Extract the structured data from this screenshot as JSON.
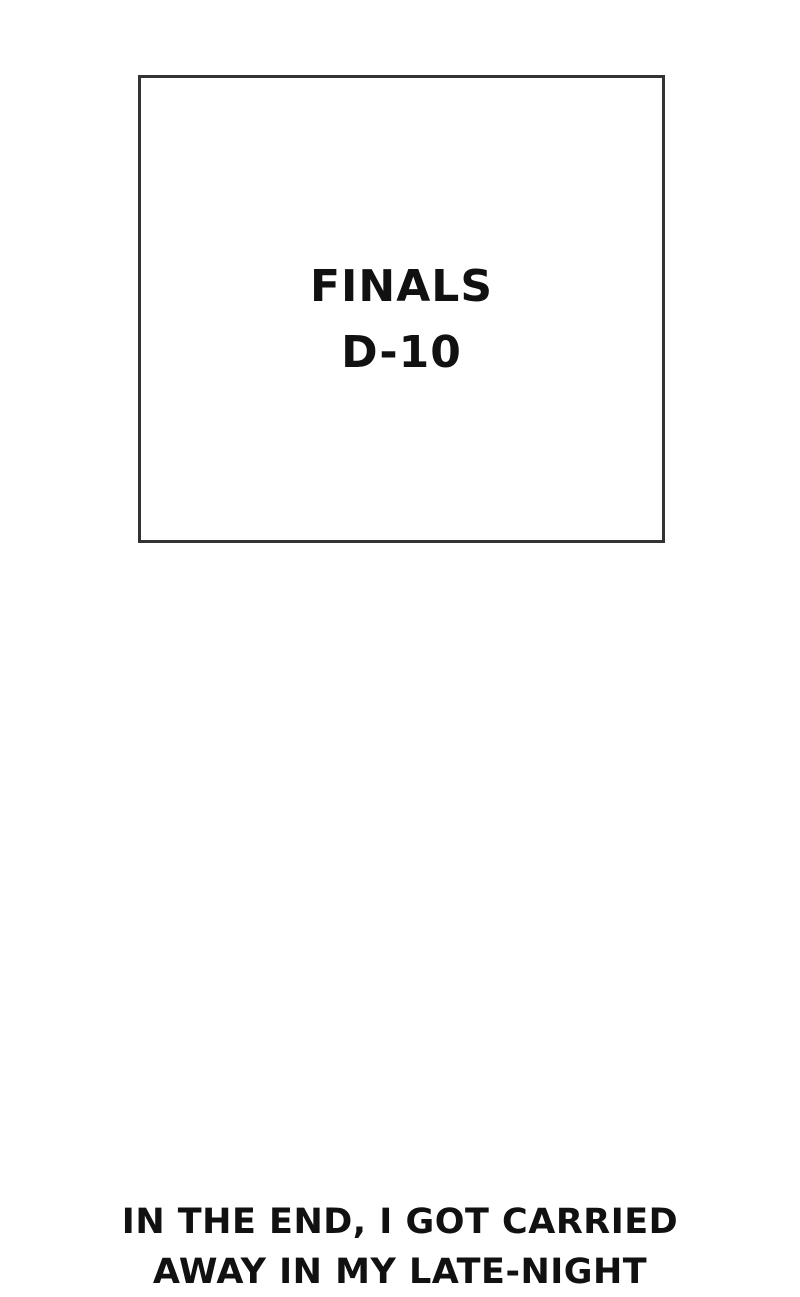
{
  "panel": {
    "caption_line1": "FINALS",
    "caption_line2": "D-10"
  },
  "narration": {
    "line1": "IN THE END, I GOT CARRIED",
    "line2": "AWAY IN MY LATE-NIGHT"
  },
  "colors": {
    "background": "#ffffff",
    "panel_border": "#333333",
    "text": "#111111"
  }
}
